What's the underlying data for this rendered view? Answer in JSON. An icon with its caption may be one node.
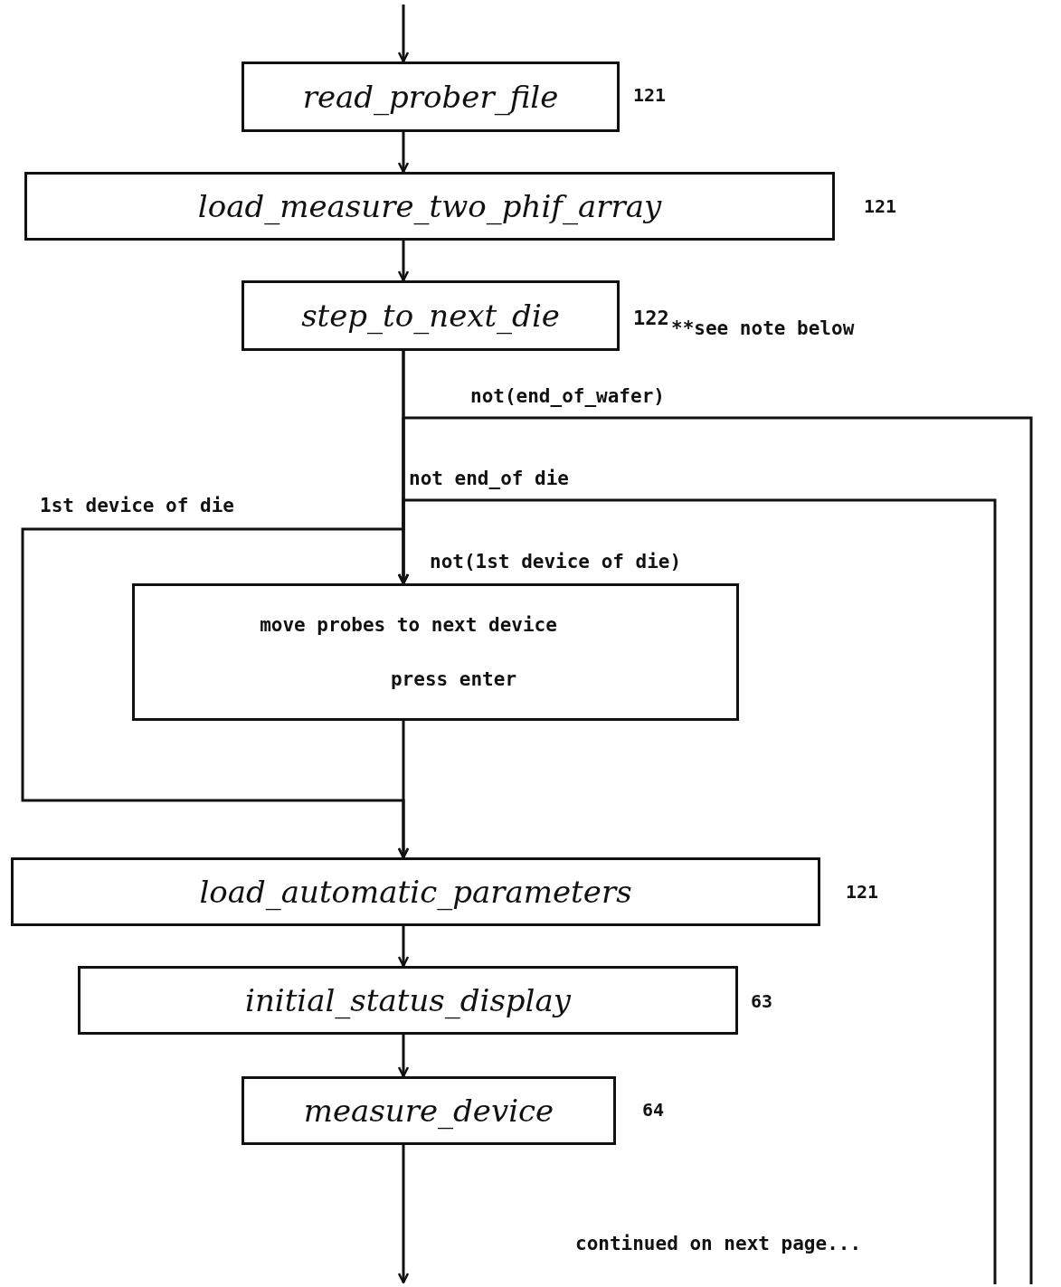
{
  "diagram": {
    "nodes": [
      {
        "text": [
          "read_prober_file"
        ],
        "beside": [
          "121"
        ]
      },
      {
        "text": [
          "load_measure_two_phif_array"
        ],
        "beside": [
          "121"
        ]
      },
      {
        "text": [
          "step_to_next_die"
        ],
        "beside": [
          "122",
          "**see note below"
        ]
      },
      {
        "text": [
          "move probes to next device",
          "press enter"
        ]
      },
      {
        "text": [
          "load_automatic_parameters"
        ],
        "beside": [
          "121"
        ]
      },
      {
        "text": [
          "initial_status_display"
        ],
        "beside": [
          "63"
        ]
      },
      {
        "text": [
          "measure_device"
        ],
        "beside": [
          "64"
        ]
      }
    ],
    "edges": [
      {
        "from": null,
        "to": 0,
        "arrow": "to"
      },
      {
        "from": 0,
        "to": 1,
        "arrow": "to"
      },
      {
        "from": 1,
        "to": 2,
        "arrow": "to"
      },
      {
        "from": 2,
        "to": 3,
        "arrow": "to",
        "label": "not(1st device of die)"
      },
      {
        "from": 2,
        "to": 4,
        "arrow": "to",
        "label": "1st device of die"
      },
      {
        "from": 3,
        "to": 4,
        "arrow": "to"
      },
      {
        "from": null,
        "to": 3,
        "arrow": "to",
        "label": "not(end_of_wafer)"
      },
      {
        "from": null,
        "to": 3,
        "arrow": "to",
        "label": "not end_of die"
      },
      {
        "from": 4,
        "to": 5,
        "arrow": "to"
      },
      {
        "from": 5,
        "to": 6,
        "arrow": "to"
      },
      {
        "from": 6,
        "to": null,
        "arrow": "to"
      }
    ],
    "labels": [
      "continued on next page..."
    ]
  }
}
